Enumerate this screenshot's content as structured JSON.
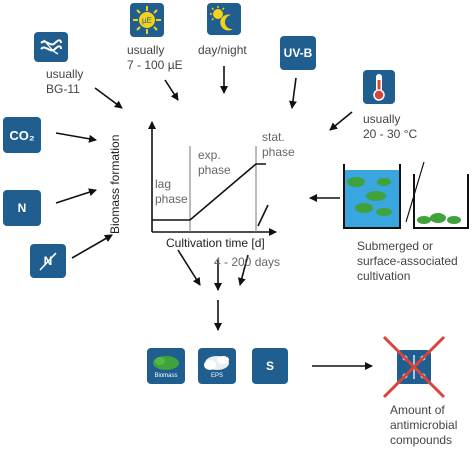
{
  "inputs": {
    "medium": {
      "icon": "wave-lines-icon",
      "label_line1": "usually",
      "label_line2": "BG-11"
    },
    "light": {
      "icon": "sun-icon",
      "icon_text": "µE",
      "label_line1": "usually",
      "label_line2": "7 - 100 µE"
    },
    "daynight": {
      "icon": "sun-moon-icon",
      "label": "day/night"
    },
    "uvb": {
      "tile_text": "UV-B"
    },
    "temperature": {
      "icon": "thermometer-icon",
      "label_line1": "usually",
      "label_line2": "20 - 30 °C"
    },
    "co2": {
      "tile_text": "CO₂"
    },
    "nitrogen": {
      "tile_text": "N"
    },
    "no_nitrogen": {
      "tile_text": "N",
      "icon": "crossed-n-icon"
    }
  },
  "growth_curve": {
    "y_axis_label": "Biomass formation",
    "x_axis_label": "Cultivation time [d]",
    "phases": [
      {
        "line1": "lag",
        "line2": "phase"
      },
      {
        "line1": "exp.",
        "line2": "phase"
      },
      {
        "line1": "stat.",
        "line2": "phase"
      }
    ],
    "duration": "4 - 200 days"
  },
  "cultivation": {
    "label_line1": "Submerged or",
    "label_line2": "surface-associated",
    "label_line3": "cultivation"
  },
  "outputs": {
    "biomass": {
      "label": "Biomass"
    },
    "eps": {
      "label": "EPS"
    },
    "s": {
      "tile_text": "S"
    }
  },
  "result": {
    "icon": "crossed-antimicrobial-icon",
    "label_line1": "Amount of",
    "label_line2": "antimicrobial",
    "label_line3": "compounds"
  },
  "colors": {
    "tile": "#1f5e8e",
    "cross": "#d9443a",
    "water": "#3aa6e0",
    "algae": "#3fa23a",
    "sun": "#f4d21a"
  }
}
